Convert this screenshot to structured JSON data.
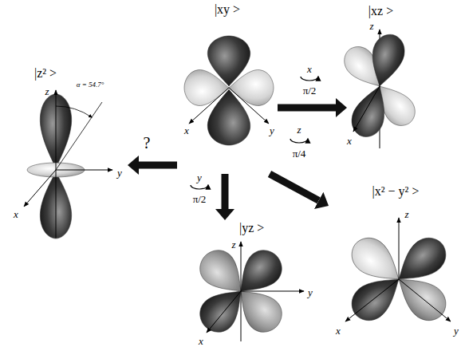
{
  "diagram": {
    "nodes": [
      {
        "text": [
          "|xy >"
        ]
      },
      {
        "text": [
          "|xz >"
        ]
      },
      {
        "text": [
          "|z² >"
        ]
      },
      {
        "text": [
          "|x² − y² >"
        ]
      },
      {
        "text": [
          "|yz >"
        ]
      }
    ],
    "edges": [
      {
        "from": 0,
        "to": 1,
        "arrow": "to",
        "label": "π/2"
      },
      {
        "from": 0,
        "to": 3,
        "arrow": "to",
        "label": "π/4"
      },
      {
        "from": 0,
        "to": 4,
        "arrow": "to",
        "label": "π/2"
      },
      {
        "from": 0,
        "to": 2,
        "arrow": "to",
        "label": "?"
      }
    ],
    "labels": [
      "x",
      "y",
      "z",
      "x",
      "z",
      "y",
      "x",
      "α = 54.7°",
      "z",
      "x",
      "y",
      "z",
      "y",
      "x",
      "x",
      "z",
      "y"
    ]
  }
}
